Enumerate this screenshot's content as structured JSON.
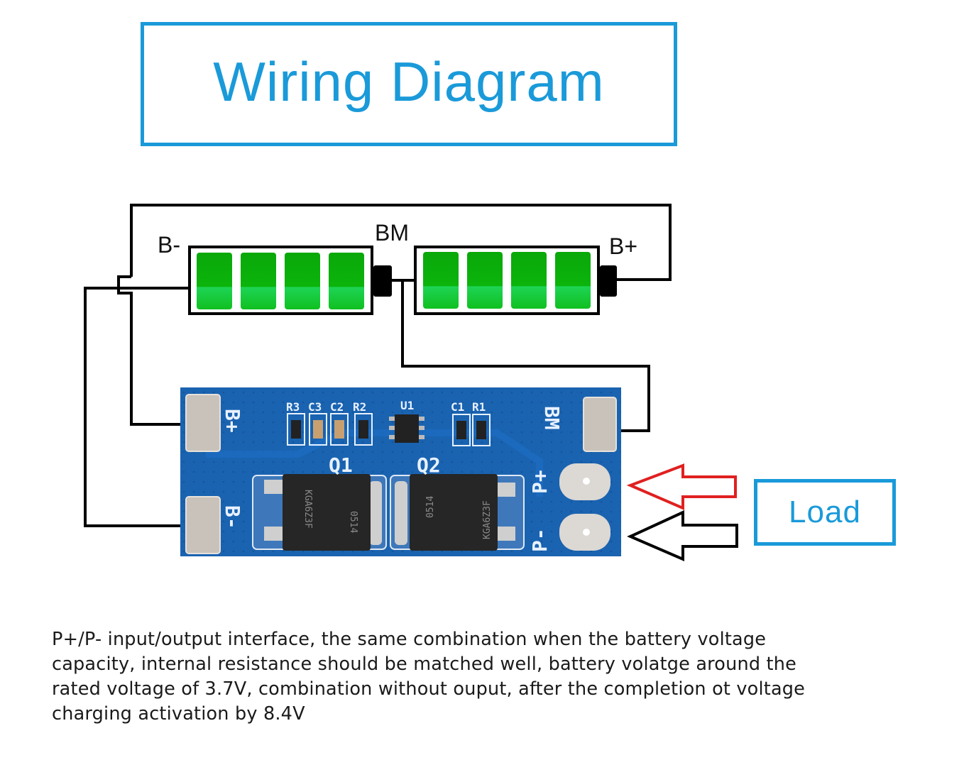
{
  "title": "Wiring Diagram",
  "battery_labels": {
    "b_minus": "B-",
    "bm": "BM",
    "b_plus": "B+"
  },
  "batteries": [
    {
      "name": "cell-1",
      "segments": 4
    },
    {
      "name": "cell-2",
      "segments": 4
    }
  ],
  "pcb": {
    "pad_labels": {
      "b_plus": "B+",
      "b_minus": "B-",
      "bm": "BM",
      "p_plus": "P+",
      "p_minus": "P-"
    },
    "components": [
      "R3",
      "C3",
      "C2",
      "R2",
      "U1",
      "C1",
      "R1"
    ],
    "mosfets": [
      {
        "label": "Q1",
        "marking": "KGA6Z3F",
        "code": "0514"
      },
      {
        "label": "Q2",
        "marking": "KGA6Z3F",
        "code": "0514"
      }
    ]
  },
  "load_label": "Load",
  "arrows": [
    {
      "name": "positive-arrow",
      "color": "#e02020"
    },
    {
      "name": "negative-arrow",
      "color": "#000000"
    }
  ],
  "colors": {
    "accent": "#1a9ad9",
    "battery_green": "#0db80d",
    "battery_green_light": "#1fd65a",
    "pcb_blue": "#1a63b0"
  },
  "description": [
    "P+/P- input/output interface, the same combination when the battery voltage",
    "capacity, internal resistance should be matched well, battery volatge around the",
    "rated voltage of 3.7V, combination without ouput, after the completion ot voltage",
    "charging activation by 8.4V"
  ]
}
